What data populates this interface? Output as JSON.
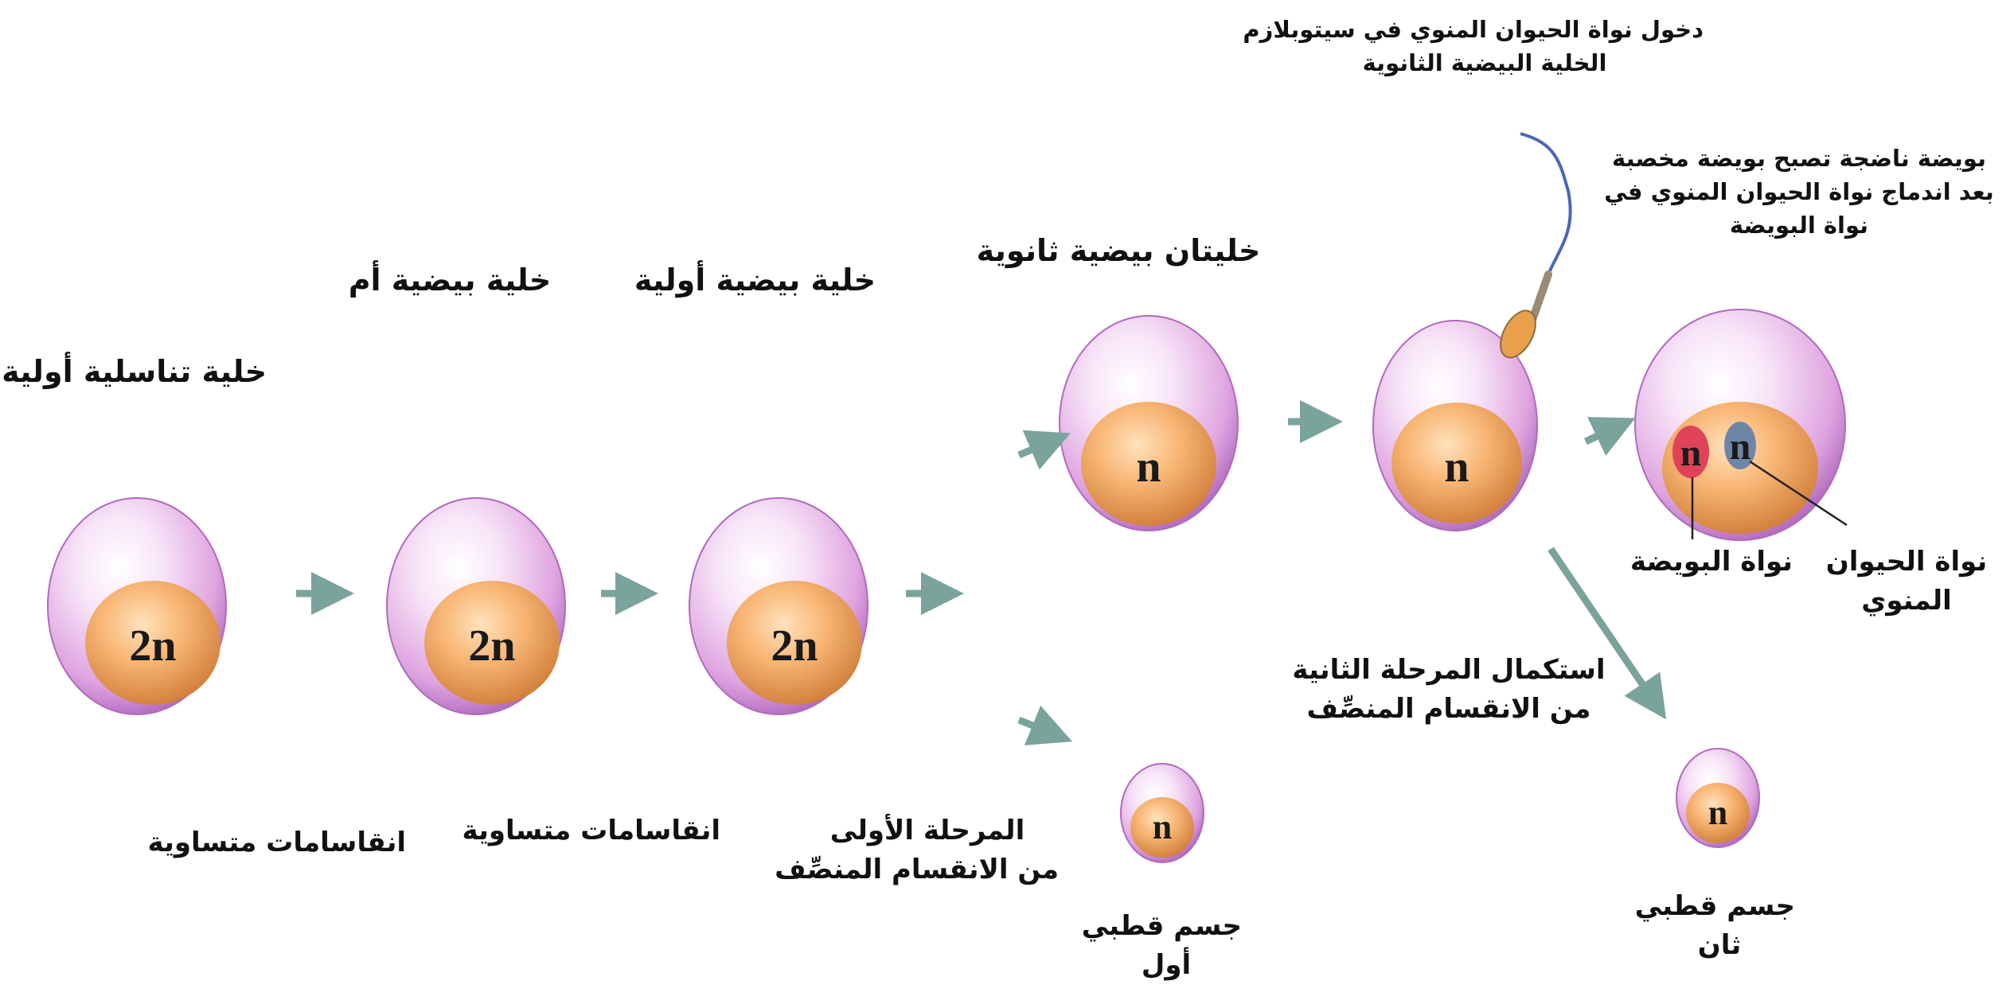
{
  "cells": {
    "primordial": {
      "title": "خلية تناسلية أولية",
      "nucleus": "2n"
    },
    "oogonium": {
      "title": "خلية بيضية أم",
      "nucleus": "2n"
    },
    "primary_oocyte": {
      "title": "خلية بيضية أولية",
      "nucleus": "2n"
    },
    "secondary_oocytes": {
      "title": "خليتان بيضية ثانوية",
      "nucleus": "n"
    },
    "sperm_entry_cell": {
      "nucleus": "n"
    },
    "mature_egg": {
      "egg_nucleus": "n",
      "sperm_nucleus": "n"
    },
    "first_polar_body": {
      "nucleus": "n",
      "title_line1": "جسم قطبي",
      "title_line2": "أول"
    },
    "second_polar_body": {
      "nucleus": "n",
      "title_line1": "جسم قطبي",
      "title_line2": "ثان"
    }
  },
  "processes": {
    "mitosis_1": "انقاسامات متساوية",
    "mitosis_2": "انقاسامات متساوية",
    "meiosis_1_line1": "المرحلة الأولى",
    "meiosis_1_line2": "من الانقسام المنصِّف",
    "meiosis_2_line1": "استكمال المرحلة الثانية",
    "meiosis_2_line2": "من الانقسام المنصِّف"
  },
  "annotations": {
    "sperm_entry_line1": "دخول نواة الحيوان المنوي في سيتوبلازم",
    "sperm_entry_line2": "الخلية البيضية الثانوية",
    "fertilized_line1": "بويضة ناضجة تصبح بويضة مخصبة",
    "fertilized_line2": "بعد اندماج نواة الحيوان المنوي في",
    "fertilized_line3": "نواة البويضة",
    "egg_nucleus_label": "نواة البويضة",
    "sperm_nucleus_label_line1": "نواة الحيوان",
    "sperm_nucleus_label_line2": "المنوي"
  },
  "colors": {
    "cytoplasm_light": "#f8ecf8",
    "cytoplasm_mid": "#e3b2e3",
    "cytoplasm_edge": "#b26bbf",
    "nucleus_light": "#ffd8a8",
    "nucleus_mid": "#f3a45e",
    "nucleus_edge": "#c77333",
    "arrow": "#7aa39c",
    "egg_pronucleus": "#e04358",
    "sperm_pronucleus": "#6e86a6",
    "sperm_tail": "#4d67b5",
    "sperm_head": "#e8a04d"
  }
}
